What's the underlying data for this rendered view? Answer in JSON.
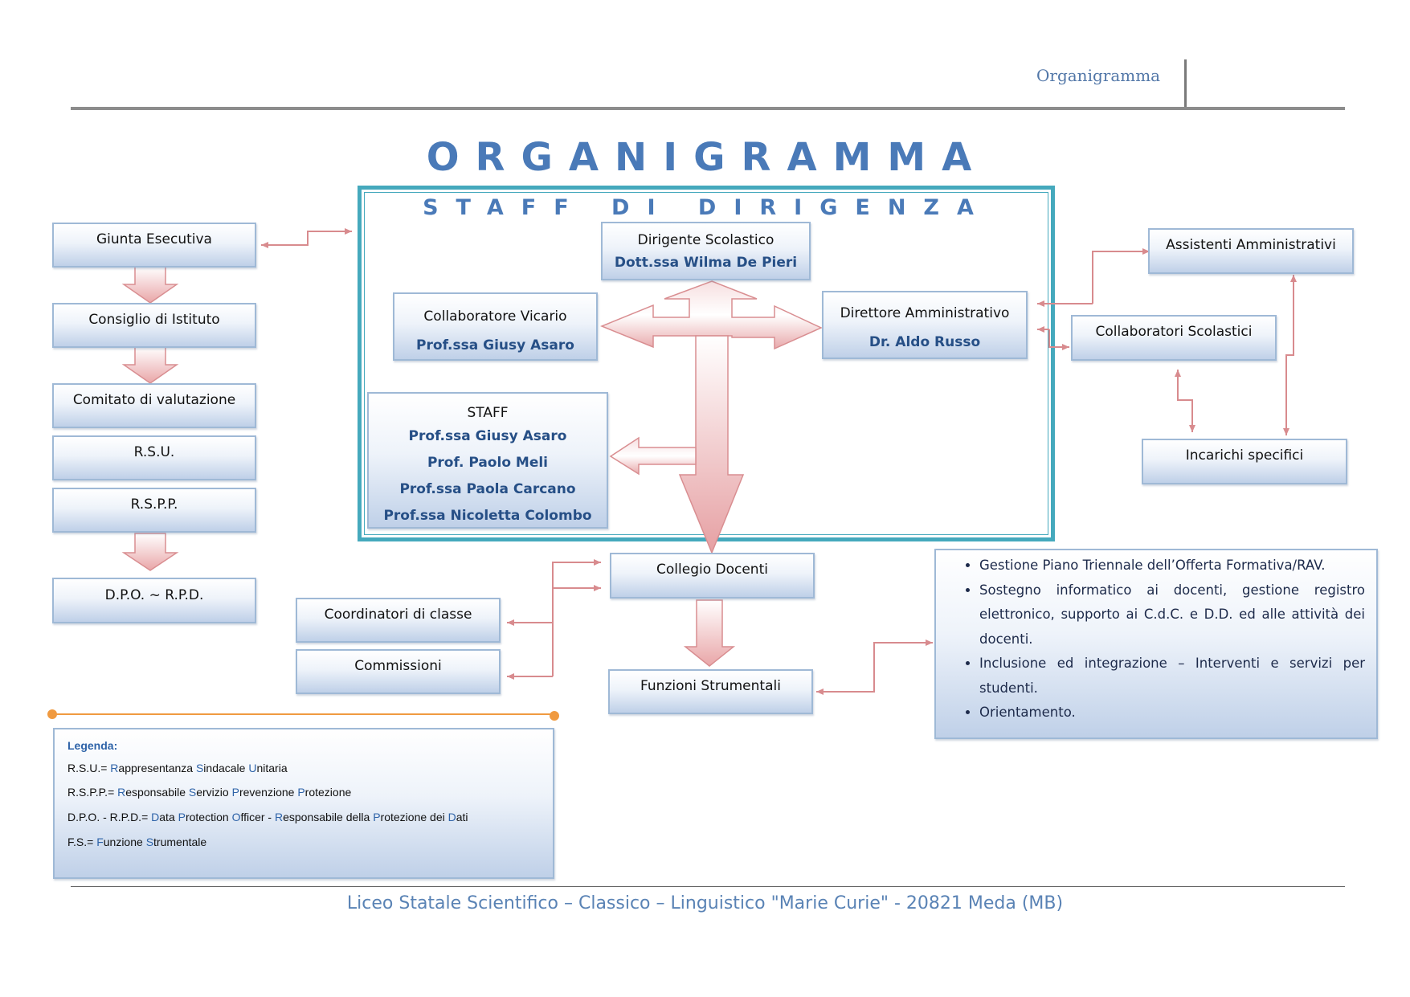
{
  "header": {
    "section_title": "Organigramma"
  },
  "title": "ORGANIGRAMMA",
  "staff_di_dirigenza": {
    "title": "STAFF DI DIRIGENZA",
    "dirigente": {
      "role": "Dirigente Scolastico",
      "name": "Dott.ssa Wilma De Pieri"
    },
    "vicario": {
      "role": "Collaboratore Vicario",
      "name": "Prof.ssa Giusy Asaro"
    },
    "direttore": {
      "role": "Direttore Amministrativo",
      "name": "Dr. Aldo Russo"
    },
    "staff": {
      "label": "STAFF",
      "members": [
        "Prof.ssa Giusy Asaro",
        "Prof. Paolo Meli",
        "Prof.ssa Paola Carcano",
        "Prof.ssa Nicoletta Colombo"
      ]
    }
  },
  "left_column": [
    "Giunta Esecutiva",
    "Consiglio di Istituto",
    "Comitato di valutazione",
    "R.S.U.",
    "R.S.P.P.",
    "D.P.O. ~ R.P.D."
  ],
  "right_column": {
    "assistenti": "Assistenti Amministrativi",
    "collaboratori": "Collaboratori Scolastici",
    "incarichi": "Incarichi specifici"
  },
  "bottom": {
    "collegio": "Collegio Docenti",
    "coordinatori": "Coordinatori di classe",
    "commissioni": "Commissioni",
    "funzioni": "Funzioni Strumentali"
  },
  "funzioni_strumentali_list": [
    "Gestione Piano Triennale dell’Offerta Formativa/RAV.",
    "Sostegno informatico ai docenti, gestione registro elettronico, supporto ai C.d.C. e D.D. ed alle attività dei docenti.",
    "Inclusione ed integrazione – Interventi e servizi per studenti.",
    "Orientamento."
  ],
  "legend": {
    "heading": "Legenda:",
    "rsu": {
      "abbr": "R.S.U.= ",
      "w1h": "R",
      "w1": "appresentanza ",
      "w2h": "S",
      "w2": "indacale ",
      "w3h": "U",
      "w3": "nitaria"
    },
    "rspp": {
      "abbr": "R.S.P.P.= ",
      "w1h": "R",
      "w1": "esponsabile ",
      "w2h": "S",
      "w2": "ervizio ",
      "w3h": "P",
      "w3": "revenzione ",
      "w4h": "P",
      "w4": "rotezione"
    },
    "dpo": {
      "abbr": "D.P.O. - R.P.D.= ",
      "w1h": "D",
      "w1": "ata ",
      "w2h": "P",
      "w2": "rotection ",
      "w3h": "O",
      "w3": "fficer - ",
      "w4h": "R",
      "w4": "esponsabile della ",
      "w5h": "P",
      "w5": "rotezione dei ",
      "w6h": "D",
      "w6": "ati"
    },
    "fs": {
      "abbr": "F.S.= ",
      "w1h": "F",
      "w1": "unzione ",
      "w2h": "S",
      "w2": "trumentale"
    }
  },
  "footer": "Liceo Statale Scientifico – Classico – Linguistico \"Marie Curie\" - 20821 Meda (MB)",
  "colors": {
    "accent": "#4a7ab8",
    "frame": "#45a9bd",
    "arrow": "#e6a9aa",
    "legend_line": "#f09a40"
  }
}
